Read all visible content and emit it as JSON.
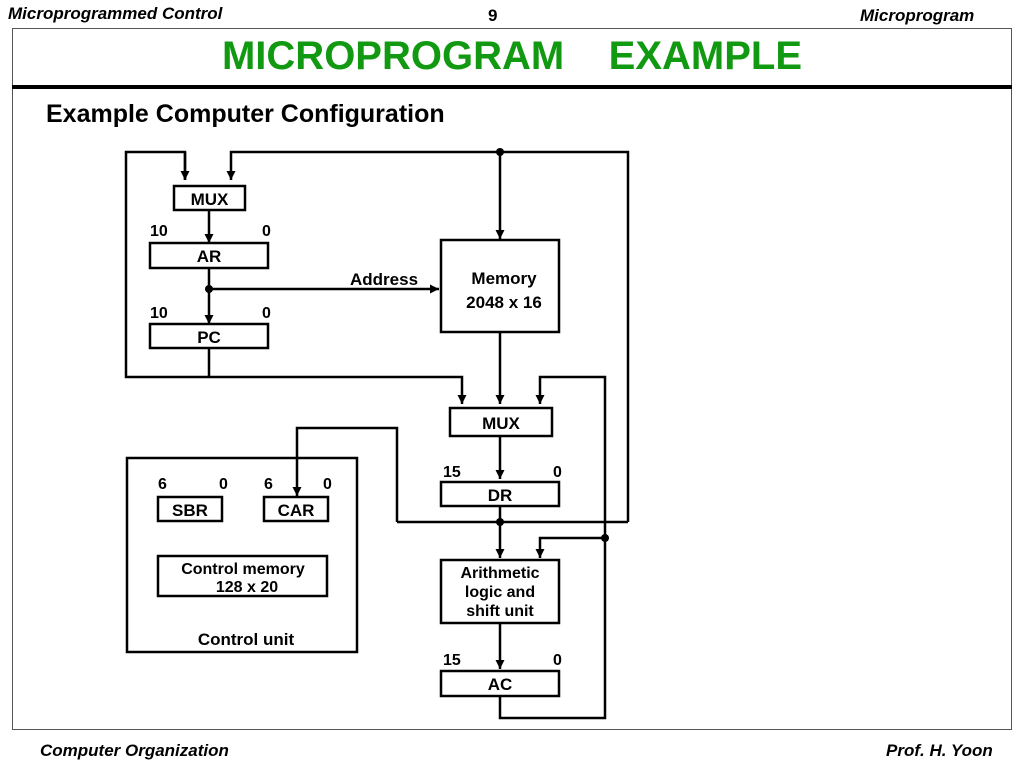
{
  "header": {
    "left": "Microprogrammed Control",
    "page_number": "9",
    "right": "Microprogram"
  },
  "title": "MICROPROGRAM    EXAMPLE",
  "subtitle": "Example Computer Configuration",
  "diagram": {
    "mux_top": "MUX",
    "ar": {
      "label": "AR",
      "msb": "10",
      "lsb": "0"
    },
    "pc": {
      "label": "PC",
      "msb": "10",
      "lsb": "0"
    },
    "address_label": "Address",
    "memory": {
      "line1": "Memory",
      "line2": "2048 x 16"
    },
    "mux_bottom": "MUX",
    "dr": {
      "label": "DR",
      "msb": "15",
      "lsb": "0"
    },
    "alu": {
      "line1": "Arithmetic",
      "line2": "logic and",
      "line3": "shift unit"
    },
    "ac": {
      "label": "AC",
      "msb": "15",
      "lsb": "0"
    },
    "control_unit": {
      "label": "Control unit",
      "sbr": {
        "label": "SBR",
        "msb": "6",
        "lsb": "0"
      },
      "car": {
        "label": "CAR",
        "msb": "6",
        "lsb": "0"
      },
      "control_memory": {
        "line1": "Control memory",
        "line2": "128 x 20"
      }
    }
  },
  "footer": {
    "left": "Computer Organization",
    "right": "Prof.  H. Yoon"
  }
}
